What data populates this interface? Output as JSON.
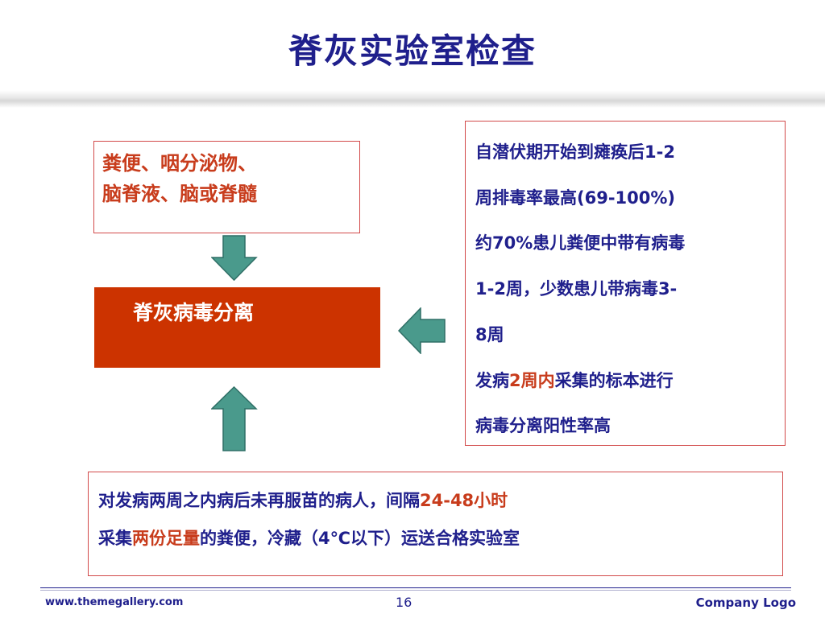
{
  "slide": {
    "title": "脊灰实验室检查",
    "source_box": {
      "line1": "粪便、咽分泌物、",
      "line2": "脑脊液、脑或脊髓"
    },
    "center_box": {
      "label": "脊灰病毒分离"
    },
    "timing_box": {
      "line1": "自潜伏期开始到瘫痪后1-2",
      "line2": "周排毒率最高(69-100%)",
      "line3": "约70%患儿粪便中带有病毒",
      "line4": "1-2周，少数患儿带病毒3-",
      "line5": "8周",
      "line6_a": "发病",
      "line6_b": "2周内",
      "line6_c": "采集的标本进行",
      "line7": "病毒分离阳性率高"
    },
    "collection_box": {
      "line1_a": "对发病两周之内病后未再服苗的病人，间隔",
      "line1_b": "24-48小时",
      "line2_a": "采集",
      "line2_b": "两份足量",
      "line2_c": "的粪便，冷藏（4℃以下）运送合格实验室"
    }
  },
  "footer": {
    "website": "www.themegallery.com",
    "page_number": "16",
    "logo_text": "Company Logo"
  },
  "colors": {
    "title": "#1f1f8c",
    "accent_red": "#c83c1c",
    "center_fill": "#cc3300",
    "arrow_fill": "#4a9a8c",
    "box_border": "#d24a4a"
  }
}
